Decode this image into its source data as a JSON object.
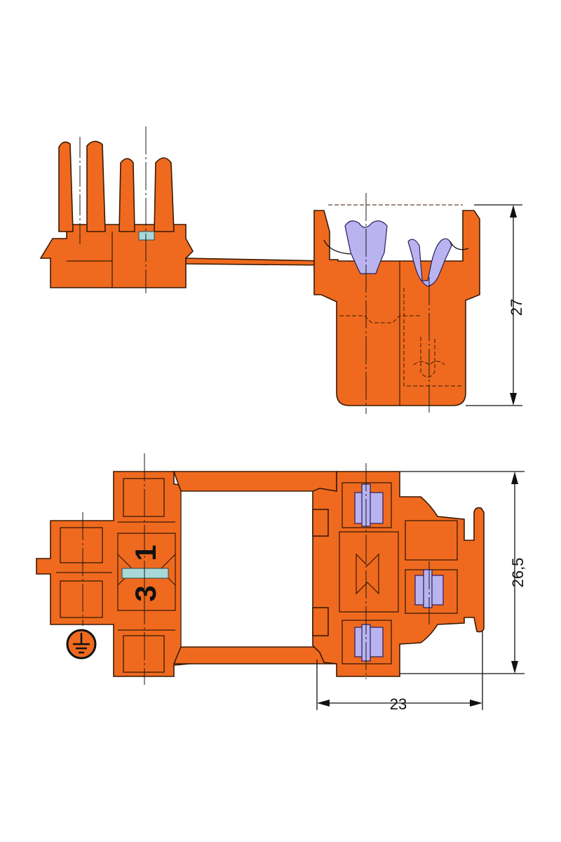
{
  "dimensions": {
    "height_side": "27",
    "height_top": "26,5",
    "width_top": "23"
  },
  "markings": {
    "pin_left": "3",
    "pin_right": "1"
  },
  "icons": {
    "ground": "ground-symbol-icon"
  },
  "colors": {
    "housing": "#ef6a1e",
    "contact": "#b9b3f0",
    "outline": "#3a1a05"
  }
}
